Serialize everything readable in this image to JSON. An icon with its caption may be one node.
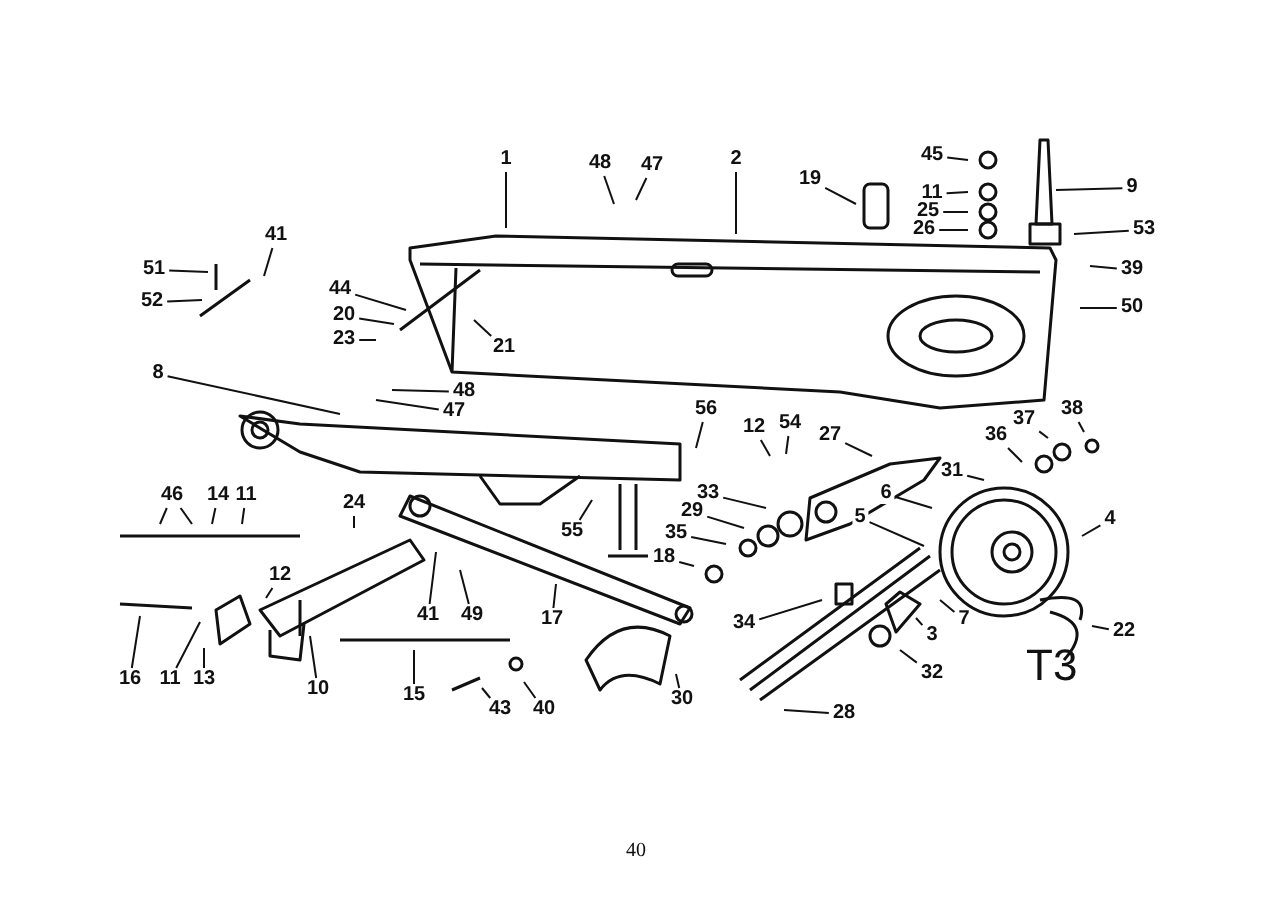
{
  "diagram": {
    "nodes": [
      {
        "text": [
          "1"
        ]
      },
      {
        "text": [
          "48"
        ]
      },
      {
        "text": [
          "47"
        ]
      },
      {
        "text": [
          "2"
        ]
      },
      {
        "text": [
          "19"
        ]
      },
      {
        "text": [
          "45"
        ]
      },
      {
        "text": [
          "11"
        ]
      },
      {
        "text": [
          "25"
        ]
      },
      {
        "text": [
          "26"
        ]
      },
      {
        "text": [
          "9"
        ]
      },
      {
        "text": [
          "53"
        ]
      },
      {
        "text": [
          "41"
        ]
      },
      {
        "text": [
          "51"
        ]
      },
      {
        "text": [
          "39"
        ]
      },
      {
        "text": [
          "44"
        ]
      },
      {
        "text": [
          "52"
        ]
      },
      {
        "text": [
          "50"
        ]
      },
      {
        "text": [
          "20"
        ]
      },
      {
        "text": [
          "23"
        ]
      },
      {
        "text": [
          "21"
        ]
      },
      {
        "text": [
          "8"
        ]
      },
      {
        "text": [
          "48"
        ]
      },
      {
        "text": [
          "56"
        ]
      },
      {
        "text": [
          "38"
        ]
      },
      {
        "text": [
          "47"
        ]
      },
      {
        "text": [
          "12"
        ]
      },
      {
        "text": [
          "54"
        ]
      },
      {
        "text": [
          "27"
        ]
      },
      {
        "text": [
          "37"
        ]
      },
      {
        "text": [
          "36"
        ]
      },
      {
        "text": [
          "31"
        ]
      },
      {
        "text": [
          "33"
        ]
      },
      {
        "text": [
          "6"
        ]
      },
      {
        "text": [
          "46"
        ]
      },
      {
        "text": [
          "14"
        ]
      },
      {
        "text": [
          "11"
        ]
      },
      {
        "text": [
          "24"
        ]
      },
      {
        "text": [
          "29"
        ]
      },
      {
        "text": [
          "5"
        ]
      },
      {
        "text": [
          "4"
        ]
      },
      {
        "text": [
          "55"
        ]
      },
      {
        "text": [
          "35"
        ]
      },
      {
        "text": [
          "18"
        ]
      },
      {
        "text": [
          "12"
        ]
      },
      {
        "text": [
          "41"
        ]
      },
      {
        "text": [
          "49"
        ]
      },
      {
        "text": [
          "17"
        ]
      },
      {
        "text": [
          "22"
        ]
      },
      {
        "text": [
          "7"
        ]
      },
      {
        "text": [
          "34"
        ]
      },
      {
        "text": [
          "3"
        ]
      },
      {
        "text": [
          "32"
        ]
      },
      {
        "text": [
          "16"
        ]
      },
      {
        "text": [
          "11"
        ]
      },
      {
        "text": [
          "13"
        ]
      },
      {
        "text": [
          "30"
        ]
      },
      {
        "text": [
          "10"
        ]
      },
      {
        "text": [
          "15"
        ]
      },
      {
        "text": [
          "43"
        ]
      },
      {
        "text": [
          "40"
        ]
      },
      {
        "text": [
          "28"
        ]
      }
    ],
    "edges": [
      {
        "from": 0,
        "to": null,
        "arrow": "none"
      },
      {
        "from": 1,
        "to": null,
        "arrow": "none"
      },
      {
        "from": 2,
        "to": null,
        "arrow": "none"
      },
      {
        "from": 3,
        "to": null,
        "arrow": "none"
      },
      {
        "from": 4,
        "to": null,
        "arrow": "none"
      },
      {
        "from": 5,
        "to": null,
        "arrow": "none"
      },
      {
        "from": 6,
        "to": null,
        "arrow": "none"
      },
      {
        "from": 7,
        "to": null,
        "arrow": "none"
      },
      {
        "from": 8,
        "to": null,
        "arrow": "none"
      },
      {
        "from": 9,
        "to": null,
        "arrow": "none"
      },
      {
        "from": 10,
        "to": null,
        "arrow": "none"
      },
      {
        "from": 11,
        "to": null,
        "arrow": "none"
      },
      {
        "from": 12,
        "to": null,
        "arrow": "none"
      },
      {
        "from": 13,
        "to": null,
        "arrow": "none"
      },
      {
        "from": 14,
        "to": null,
        "arrow": "none"
      },
      {
        "from": 15,
        "to": null,
        "arrow": "none"
      },
      {
        "from": 16,
        "to": null,
        "arrow": "none"
      },
      {
        "from": 17,
        "to": null,
        "arrow": "none"
      },
      {
        "from": 18,
        "to": null,
        "arrow": "none"
      },
      {
        "from": 19,
        "to": null,
        "arrow": "none"
      },
      {
        "from": 20,
        "to": null,
        "arrow": "none"
      },
      {
        "from": 21,
        "to": null,
        "arrow": "none"
      },
      {
        "from": 22,
        "to": null,
        "arrow": "none"
      },
      {
        "from": 23,
        "to": null,
        "arrow": "none"
      },
      {
        "from": 24,
        "to": null,
        "arrow": "none"
      },
      {
        "from": 25,
        "to": null,
        "arrow": "none"
      },
      {
        "from": 26,
        "to": null,
        "arrow": "none"
      },
      {
        "from": 27,
        "to": null,
        "arrow": "none"
      },
      {
        "from": 28,
        "to": null,
        "arrow": "none"
      },
      {
        "from": 29,
        "to": null,
        "arrow": "none"
      },
      {
        "from": 30,
        "to": null,
        "arrow": "none"
      },
      {
        "from": 31,
        "to": null,
        "arrow": "none"
      },
      {
        "from": 32,
        "to": null,
        "arrow": "none"
      },
      {
        "from": 33,
        "to": null,
        "arrow": "none"
      },
      {
        "from": 33,
        "to": null,
        "arrow": "none"
      },
      {
        "from": 34,
        "to": null,
        "arrow": "none"
      },
      {
        "from": 35,
        "to": null,
        "arrow": "none"
      },
      {
        "from": 36,
        "to": null,
        "arrow": "none"
      },
      {
        "from": 37,
        "to": null,
        "arrow": "none"
      },
      {
        "from": 38,
        "to": null,
        "arrow": "none"
      },
      {
        "from": 39,
        "to": null,
        "arrow": "none"
      },
      {
        "from": 40,
        "to": null,
        "arrow": "none"
      },
      {
        "from": 41,
        "to": null,
        "arrow": "none"
      },
      {
        "from": 42,
        "to": null,
        "arrow": "none"
      },
      {
        "from": 43,
        "to": null,
        "arrow": "none"
      },
      {
        "from": 44,
        "to": null,
        "arrow": "none"
      },
      {
        "from": 45,
        "to": null,
        "arrow": "none"
      },
      {
        "from": 46,
        "to": null,
        "arrow": "none"
      },
      {
        "from": 47,
        "to": null,
        "arrow": "none"
      },
      {
        "from": 48,
        "to": null,
        "arrow": "none"
      },
      {
        "from": 49,
        "to": null,
        "arrow": "none"
      },
      {
        "from": 50,
        "to": null,
        "arrow": "none"
      },
      {
        "from": 51,
        "to": null,
        "arrow": "none"
      },
      {
        "from": 52,
        "to": null,
        "arrow": "none"
      },
      {
        "from": 53,
        "to": null,
        "arrow": "none"
      },
      {
        "from": 54,
        "to": null,
        "arrow": "none"
      },
      {
        "from": 55,
        "to": null,
        "arrow": "none"
      },
      {
        "from": 56,
        "to": null,
        "arrow": "none"
      },
      {
        "from": 57,
        "to": null,
        "arrow": "none"
      },
      {
        "from": 58,
        "to": null,
        "arrow": "none"
      },
      {
        "from": 59,
        "to": null,
        "arrow": "none"
      },
      {
        "from": 60,
        "to": null,
        "arrow": "none"
      }
    ],
    "labels": [
      "T3",
      "40"
    ]
  }
}
